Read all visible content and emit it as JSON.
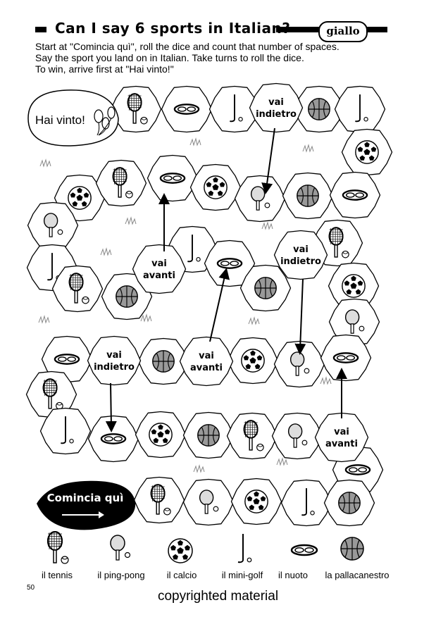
{
  "header": {
    "title": "Can I say 6 sports in Italian?",
    "badge": "giallo"
  },
  "instructions": [
    "Start at \"Comincia quì\", roll the dice and count that number of spaces.",
    "Say the sport you land on in Italian.  Take turns to roll the dice.",
    "To win, arrive first at \"Hai vinto!\""
  ],
  "board": {
    "finish_label": "Hai vinto!",
    "start_label": "Comincia quì",
    "back_label": [
      "vai",
      "indietro"
    ],
    "forward_label": [
      "vai",
      "avanti"
    ]
  },
  "legend": [
    {
      "icon": "tennis-icon",
      "label": "il tennis"
    },
    {
      "icon": "ping-pong-icon",
      "label": "il ping-pong"
    },
    {
      "icon": "soccer-ball-icon",
      "label": "il calcio"
    },
    {
      "icon": "mini-golf-icon",
      "label": "il mini-golf"
    },
    {
      "icon": "goggles-icon",
      "label": "il nuoto"
    },
    {
      "icon": "basketball-icon",
      "label": "la pallacanestro"
    }
  ],
  "footer": {
    "page_number": "50",
    "copyright": "copyrighted material"
  }
}
